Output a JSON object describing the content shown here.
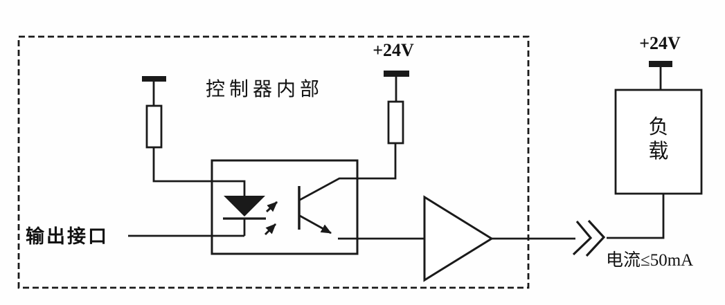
{
  "labels": {
    "controller_internal": "控制器内部",
    "left_supply": "+24V",
    "right_supply": "+24V",
    "output_port": "输出接口",
    "load": "负载",
    "current_limit": "电流≤50mA"
  },
  "colors": {
    "line": "#1a1a1a",
    "text": "#111111",
    "background": "#ffffff"
  }
}
